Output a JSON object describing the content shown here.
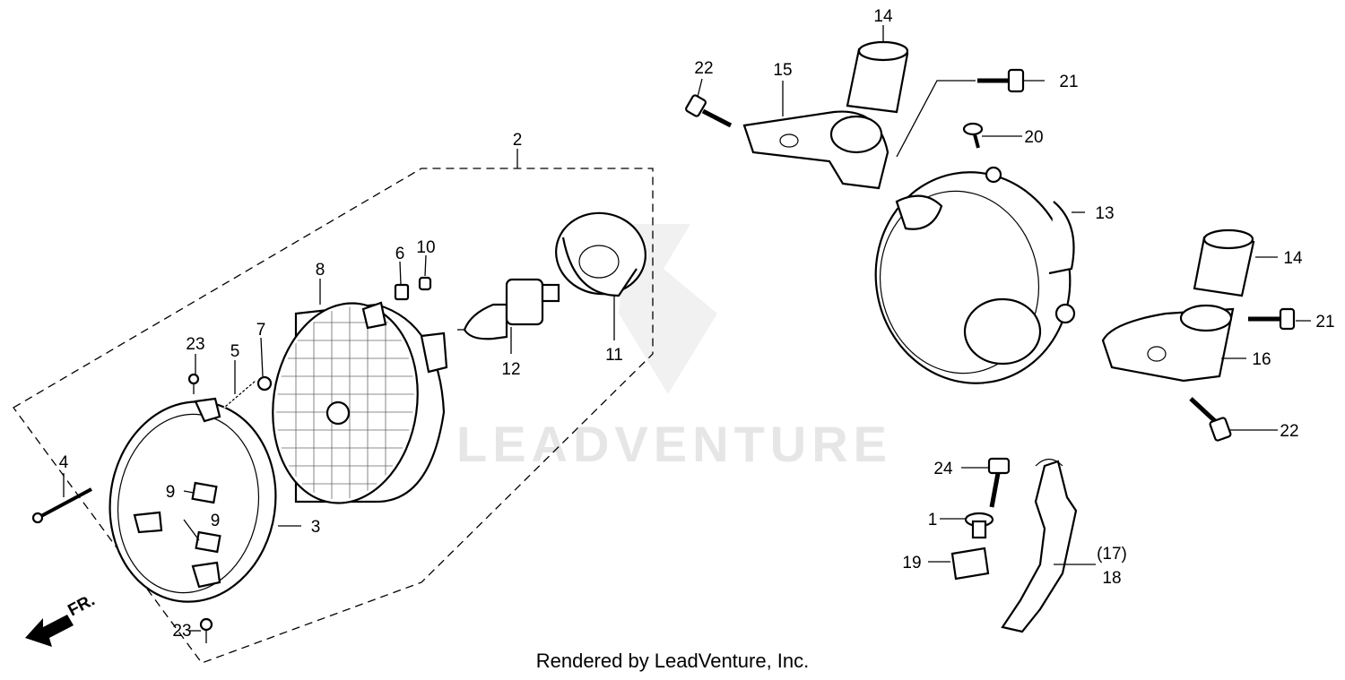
{
  "watermark": "LEADVENTURE",
  "footer": "Rendered by LeadVenture, Inc.",
  "direction_label": "FR.",
  "callouts": {
    "c1": "1",
    "c2": "2",
    "c3": "3",
    "c4": "4",
    "c5": "5",
    "c6": "6",
    "c7": "7",
    "c8": "8",
    "c9a": "9",
    "c9b": "9",
    "c10": "10",
    "c11": "11",
    "c12": "12",
    "c13": "13",
    "c14a": "14",
    "c14b": "14",
    "c15": "15",
    "c16": "16",
    "c17": "(17)",
    "c18": "18",
    "c19": "19",
    "c20": "20",
    "c21a": "21",
    "c21b": "21",
    "c22a": "22",
    "c22b": "22",
    "c23a": "23",
    "c23b": "23",
    "c24": "24"
  }
}
